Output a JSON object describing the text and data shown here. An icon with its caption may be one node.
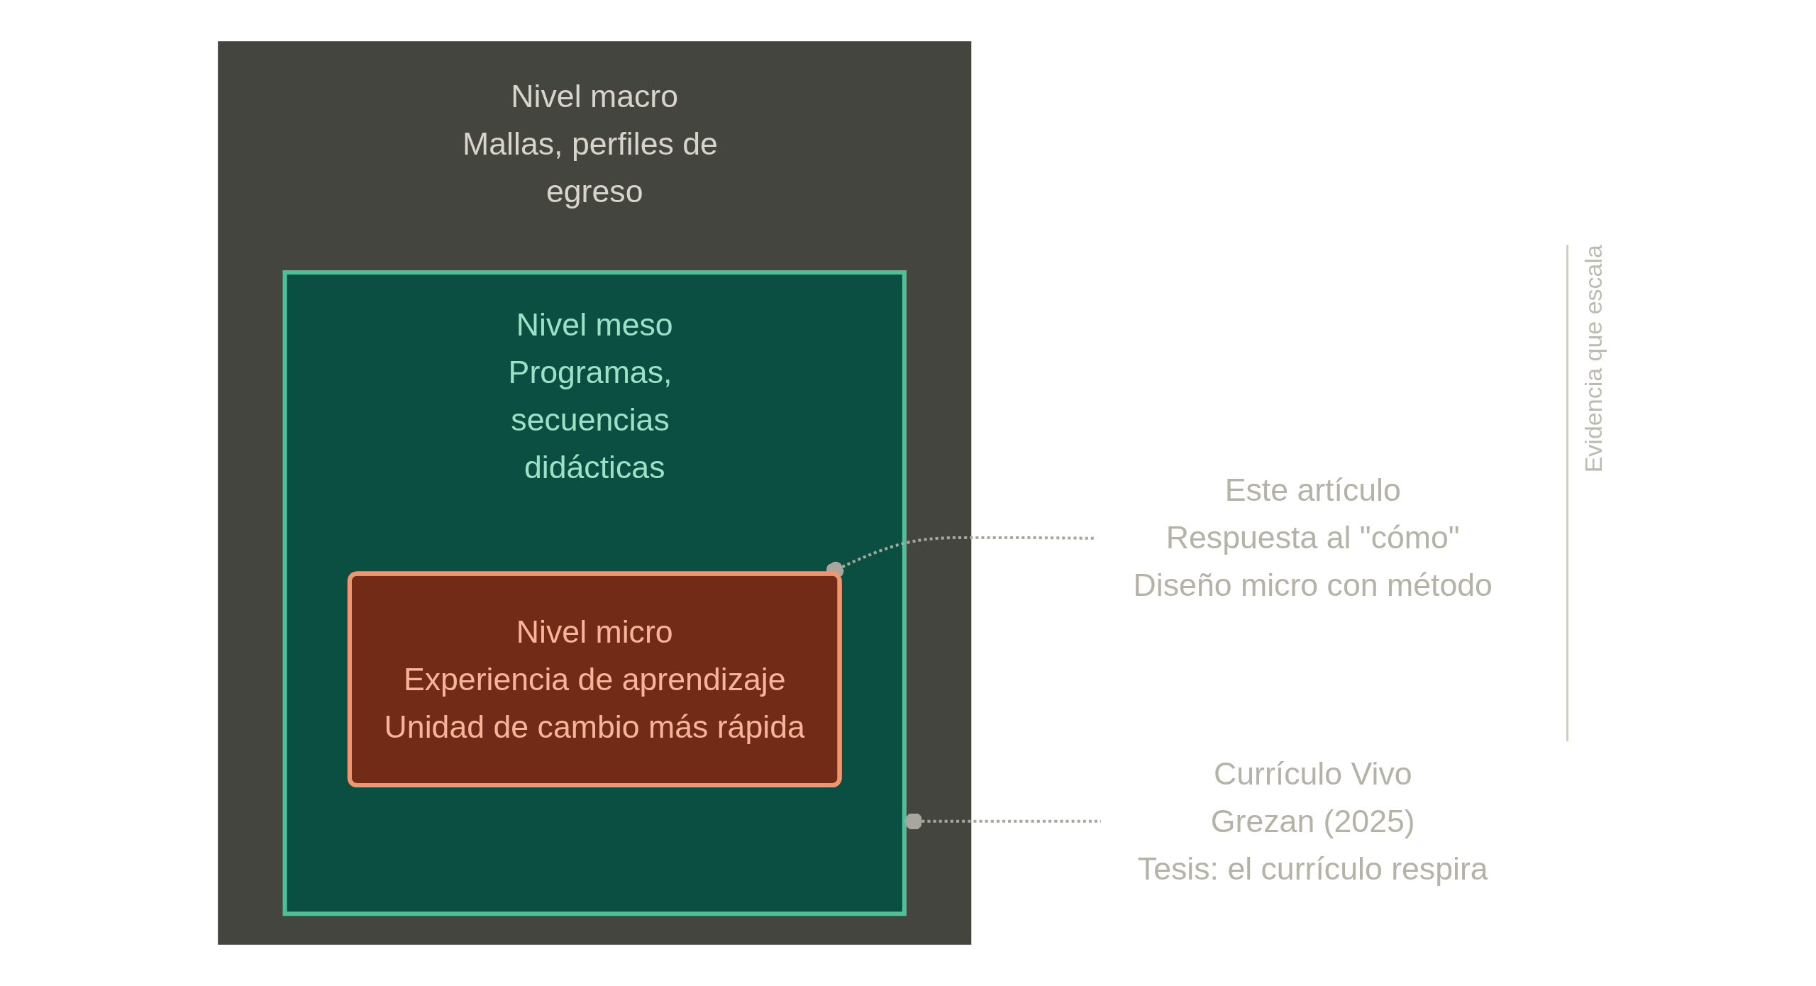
{
  "diagram": {
    "nodes": [
      {
        "text": [
          "Nivel macro",
          "Mallas, perfiles de egreso"
        ]
      },
      {
        "text": [
          "Nivel meso",
          "Programas, secuencias didácticas"
        ],
        "in": 0
      },
      {
        "text": [
          "Nivel micro",
          "Experiencia de aprendizaje",
          "Unidad de cambio más rápida"
        ],
        "in": 1
      },
      {
        "text": [
          "Currículo Vivo",
          "Grezan (2025)",
          "Tesis: el currículo respira"
        ]
      },
      {
        "text": [
          "Este artículo",
          "Respuesta al \"cómo\"",
          "Diseño micro con método"
        ]
      }
    ],
    "edges": [
      {
        "from": 3,
        "to": 1,
        "arrow": "other",
        "style": "dashed"
      },
      {
        "from": 4,
        "to": 2,
        "arrow": "other",
        "style": "dashed"
      }
    ],
    "labels": [
      "Evidencia que escala"
    ]
  }
}
